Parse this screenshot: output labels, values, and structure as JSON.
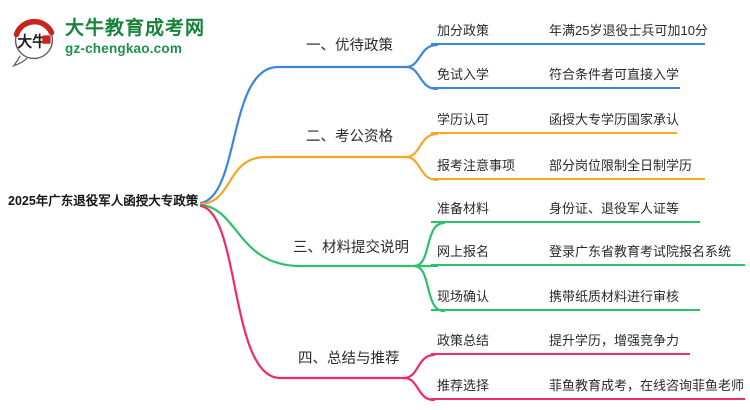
{
  "logo": {
    "site_name": "大牛教育成考网",
    "site_domain": "gz-chengkao.com",
    "badge_text": "大牛",
    "brand_green": "#18813a",
    "badge_red": "#c8251d"
  },
  "mindmap": {
    "root": {
      "label": "2025年广东退役军人函授大专政策"
    },
    "branches": [
      {
        "label": "一、优待政策",
        "color": "#3c86dd",
        "items": [
          {
            "label": "加分政策",
            "value": "年满25岁退役士兵可加10分"
          },
          {
            "label": "免试入学",
            "value": "符合条件者可直接入学"
          }
        ]
      },
      {
        "label": "二、考公资格",
        "color": "#f6a723",
        "items": [
          {
            "label": "学历认可",
            "value": "函授大专学历国家承认"
          },
          {
            "label": "报考注意事项",
            "value": "部分岗位限制全日制学历"
          }
        ]
      },
      {
        "label": "三、材料提交说明",
        "color": "#2cc16c",
        "items": [
          {
            "label": "准备材料",
            "value": "身份证、退役军人证等"
          },
          {
            "label": "网上报名",
            "value": "登录广东省教育考试院报名系统"
          },
          {
            "label": "现场确认",
            "value": "携带纸质材料进行审核"
          }
        ]
      },
      {
        "label": "四、总结与推荐",
        "color": "#ef2a6d",
        "items": [
          {
            "label": "政策总结",
            "value": "提升学历，增强竞争力"
          },
          {
            "label": "推荐选择",
            "value": "菲鱼教育成考，在线咨询菲鱼老师"
          }
        ]
      }
    ]
  }
}
